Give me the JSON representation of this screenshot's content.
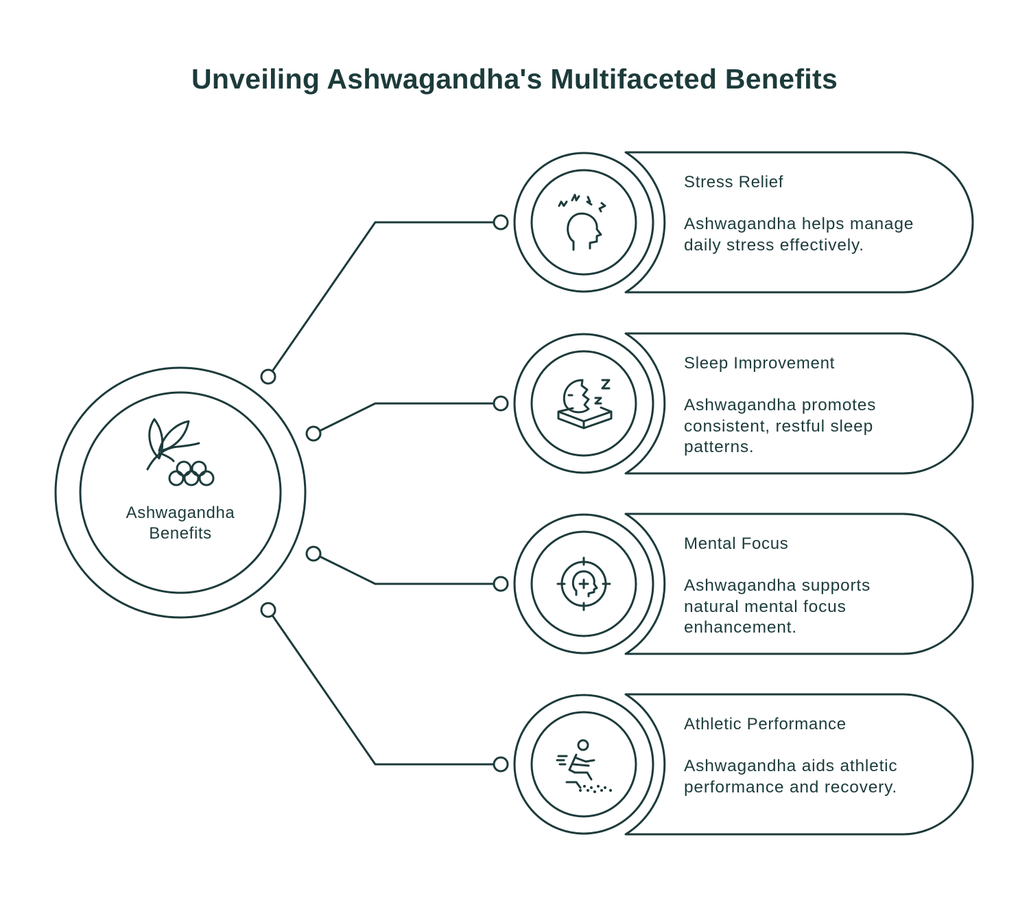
{
  "title": "Unveiling Ashwagandha's Multifaceted Benefits",
  "center": {
    "label": "Ashwagandha Benefits",
    "icon": "leaf-berries-icon"
  },
  "benefits": [
    {
      "title": "Stress Relief",
      "description": "Ashwagandha helps manage daily stress effectively.",
      "icon": "stressed-head-icon"
    },
    {
      "title": "Sleep Improvement",
      "description": "Ashwagandha promotes consistent, restful sleep patterns.",
      "icon": "sleeping-moon-icon"
    },
    {
      "title": "Mental Focus",
      "description": "Ashwagandha supports natural mental focus enhancement.",
      "icon": "focus-head-target-icon"
    },
    {
      "title": "Athletic Performance",
      "description": "Ashwagandha aids athletic performance and recovery.",
      "icon": "running-athlete-icon"
    }
  ],
  "colors": {
    "stroke": "#1d3b3b",
    "background": "#ffffff"
  }
}
